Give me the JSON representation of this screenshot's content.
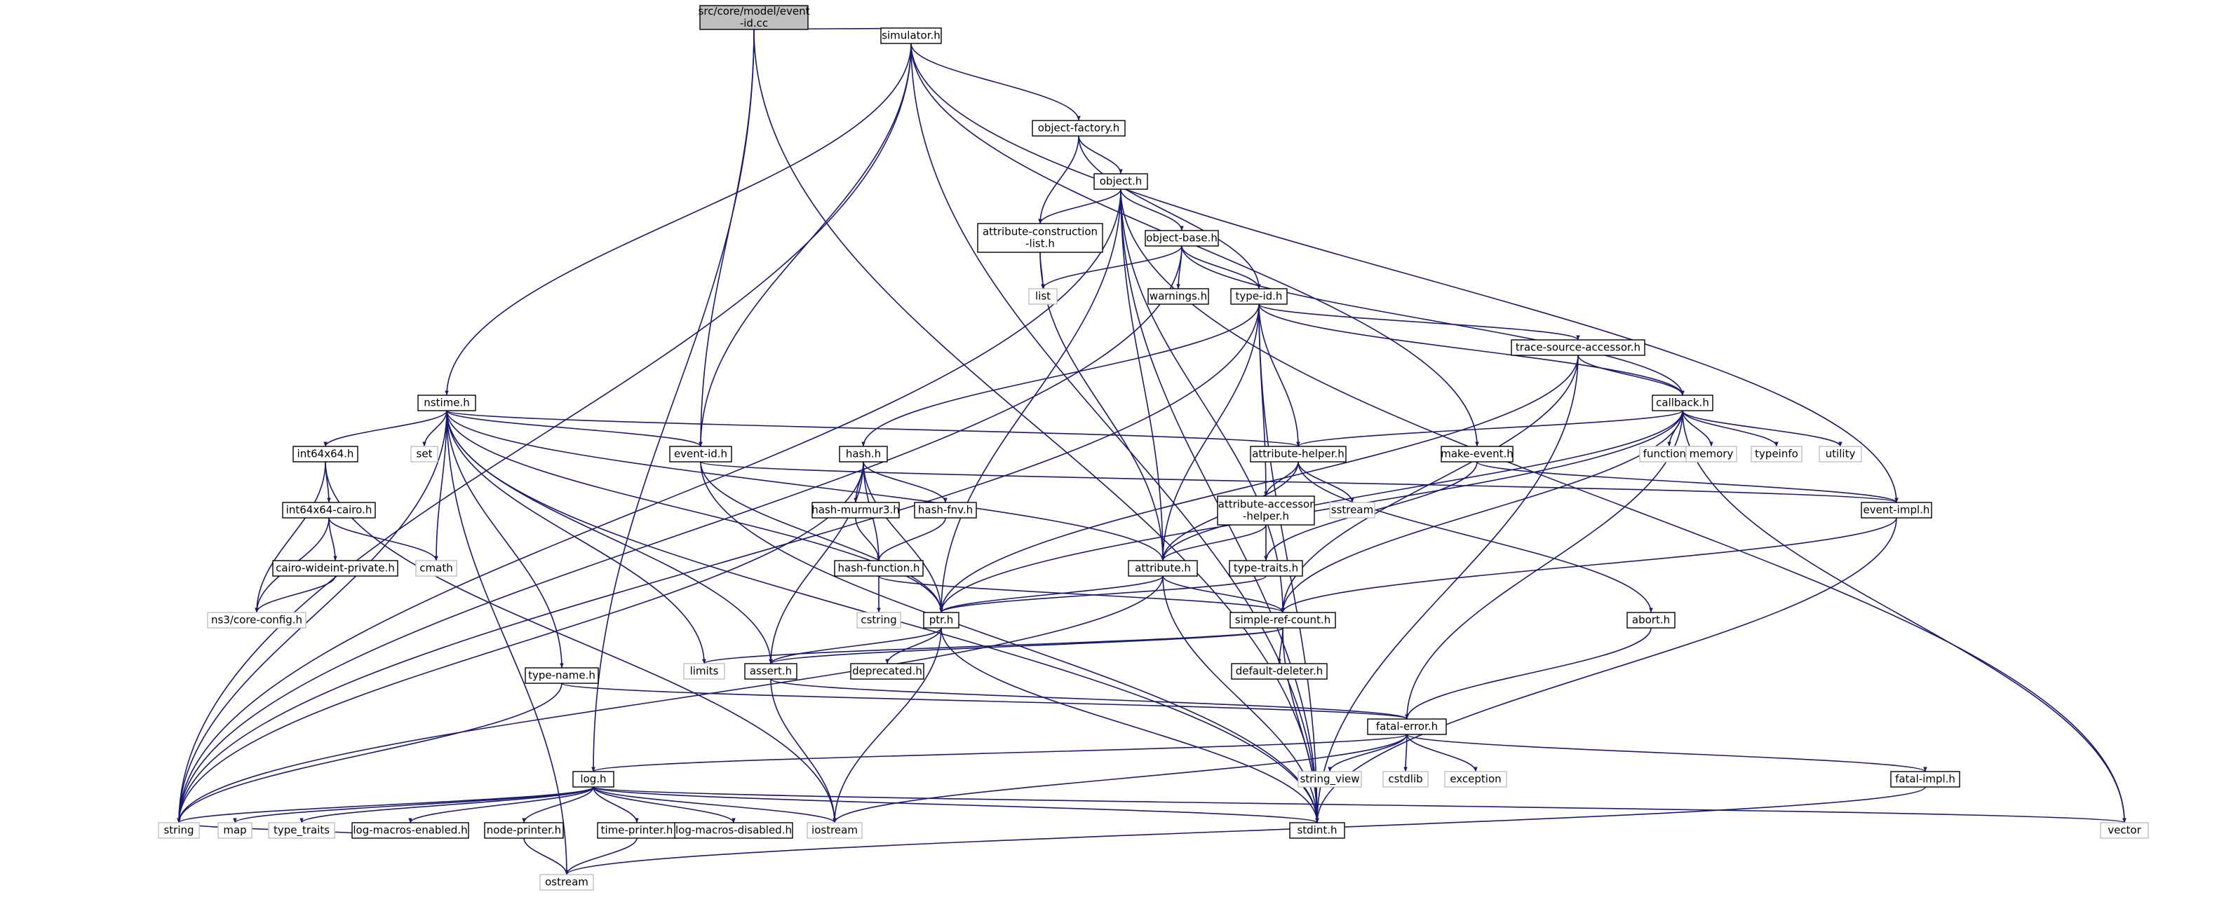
{
  "graph": {
    "title": "src/core/model/event-id.cc",
    "colors": {
      "edge": "#191970",
      "border_local": "#000000",
      "border_system": "#bfbfbf",
      "root_fill": "#bfbfbf",
      "label": "#000000"
    },
    "nodes": [
      {
        "id": "event-id-cc",
        "label": [
          "src/core/model/event",
          "-id.cc"
        ],
        "kind": "root"
      },
      {
        "id": "simulator",
        "label": [
          "simulator.h"
        ],
        "kind": "local"
      },
      {
        "id": "object-factory",
        "label": [
          "object-factory.h"
        ],
        "kind": "local"
      },
      {
        "id": "object",
        "label": [
          "object.h"
        ],
        "kind": "local"
      },
      {
        "id": "attribute-construction-list",
        "label": [
          "attribute-construction",
          "-list.h"
        ],
        "kind": "local"
      },
      {
        "id": "object-base",
        "label": [
          "object-base.h"
        ],
        "kind": "local"
      },
      {
        "id": "list",
        "label": [
          "list"
        ],
        "kind": "system"
      },
      {
        "id": "warnings",
        "label": [
          "warnings.h"
        ],
        "kind": "local"
      },
      {
        "id": "type-id",
        "label": [
          "type-id.h"
        ],
        "kind": "local"
      },
      {
        "id": "trace-source-accessor",
        "label": [
          "trace-source-accessor.h"
        ],
        "kind": "local"
      },
      {
        "id": "nstime",
        "label": [
          "nstime.h"
        ],
        "kind": "local"
      },
      {
        "id": "callback",
        "label": [
          "callback.h"
        ],
        "kind": "local"
      },
      {
        "id": "int64x64",
        "label": [
          "int64x64.h"
        ],
        "kind": "local"
      },
      {
        "id": "set",
        "label": [
          "set"
        ],
        "kind": "system"
      },
      {
        "id": "event-id",
        "label": [
          "event-id.h"
        ],
        "kind": "local"
      },
      {
        "id": "hash",
        "label": [
          "hash.h"
        ],
        "kind": "local"
      },
      {
        "id": "attribute-helper",
        "label": [
          "attribute-helper.h"
        ],
        "kind": "local"
      },
      {
        "id": "make-event",
        "label": [
          "make-event.h"
        ],
        "kind": "local"
      },
      {
        "id": "functional",
        "label": [
          "functional"
        ],
        "kind": "system"
      },
      {
        "id": "memory",
        "label": [
          "memory"
        ],
        "kind": "system"
      },
      {
        "id": "typeinfo",
        "label": [
          "typeinfo"
        ],
        "kind": "system"
      },
      {
        "id": "utility",
        "label": [
          "utility"
        ],
        "kind": "system"
      },
      {
        "id": "int64x64-cairo",
        "label": [
          "int64x64-cairo.h"
        ],
        "kind": "local"
      },
      {
        "id": "hash-murmur3",
        "label": [
          "hash-murmur3.h"
        ],
        "kind": "local"
      },
      {
        "id": "hash-fnv",
        "label": [
          "hash-fnv.h"
        ],
        "kind": "local"
      },
      {
        "id": "sstream",
        "label": [
          "sstream"
        ],
        "kind": "system"
      },
      {
        "id": "attribute-accessor-helper",
        "label": [
          "attribute-accessor",
          "-helper.h"
        ],
        "kind": "local"
      },
      {
        "id": "event-impl",
        "label": [
          "event-impl.h"
        ],
        "kind": "local"
      },
      {
        "id": "cmath",
        "label": [
          "cmath"
        ],
        "kind": "system"
      },
      {
        "id": "cairo-wideint-private",
        "label": [
          "cairo-wideint-private.h"
        ],
        "kind": "local"
      },
      {
        "id": "hash-function",
        "label": [
          "hash-function.h"
        ],
        "kind": "local"
      },
      {
        "id": "attribute",
        "label": [
          "attribute.h"
        ],
        "kind": "local"
      },
      {
        "id": "type-traits",
        "label": [
          "type-traits.h"
        ],
        "kind": "local"
      },
      {
        "id": "ns3-core-config",
        "label": [
          "ns3/core-config.h"
        ],
        "kind": "system"
      },
      {
        "id": "cstring",
        "label": [
          "cstring"
        ],
        "kind": "system"
      },
      {
        "id": "ptr",
        "label": [
          "ptr.h"
        ],
        "kind": "local"
      },
      {
        "id": "simple-ref-count",
        "label": [
          "simple-ref-count.h"
        ],
        "kind": "local"
      },
      {
        "id": "abort",
        "label": [
          "abort.h"
        ],
        "kind": "local"
      },
      {
        "id": "limits",
        "label": [
          "limits"
        ],
        "kind": "system"
      },
      {
        "id": "assert",
        "label": [
          "assert.h"
        ],
        "kind": "local"
      },
      {
        "id": "deprecated",
        "label": [
          "deprecated.h"
        ],
        "kind": "local"
      },
      {
        "id": "default-deleter",
        "label": [
          "default-deleter.h"
        ],
        "kind": "local"
      },
      {
        "id": "type-name",
        "label": [
          "type-name.h"
        ],
        "kind": "local"
      },
      {
        "id": "fatal-error",
        "label": [
          "fatal-error.h"
        ],
        "kind": "local"
      },
      {
        "id": "string-view",
        "label": [
          "string_view"
        ],
        "kind": "system"
      },
      {
        "id": "cstdlib",
        "label": [
          "cstdlib"
        ],
        "kind": "system"
      },
      {
        "id": "exception",
        "label": [
          "exception"
        ],
        "kind": "system"
      },
      {
        "id": "log",
        "label": [
          "log.h"
        ],
        "kind": "local"
      },
      {
        "id": "fatal-impl",
        "label": [
          "fatal-impl.h"
        ],
        "kind": "local"
      },
      {
        "id": "string",
        "label": [
          "string"
        ],
        "kind": "system"
      },
      {
        "id": "map",
        "label": [
          "map"
        ],
        "kind": "system"
      },
      {
        "id": "type-traits-sys",
        "label": [
          "type_traits"
        ],
        "kind": "system"
      },
      {
        "id": "log-macros-enabled",
        "label": [
          "log-macros-enabled.h"
        ],
        "kind": "local"
      },
      {
        "id": "node-printer",
        "label": [
          "node-printer.h"
        ],
        "kind": "local"
      },
      {
        "id": "time-printer",
        "label": [
          "time-printer.h"
        ],
        "kind": "local"
      },
      {
        "id": "log-macros-disabled",
        "label": [
          "log-macros-disabled.h"
        ],
        "kind": "local"
      },
      {
        "id": "iostream",
        "label": [
          "iostream"
        ],
        "kind": "system"
      },
      {
        "id": "stdint",
        "label": [
          "stdint.h"
        ],
        "kind": "local"
      },
      {
        "id": "vector",
        "label": [
          "vector"
        ],
        "kind": "system"
      },
      {
        "id": "ostream",
        "label": [
          "ostream"
        ],
        "kind": "system"
      }
    ],
    "edges": [
      [
        "event-id-cc",
        "simulator"
      ],
      [
        "event-id-cc",
        "event-id"
      ],
      [
        "event-id-cc",
        "log"
      ],
      [
        "event-id-cc",
        "stdint"
      ],
      [
        "simulator",
        "object-factory"
      ],
      [
        "simulator",
        "event-id"
      ],
      [
        "simulator",
        "nstime"
      ],
      [
        "simulator",
        "make-event"
      ],
      [
        "simulator",
        "event-impl"
      ],
      [
        "simulator",
        "string"
      ],
      [
        "simulator",
        "stdint"
      ],
      [
        "object-factory",
        "object"
      ],
      [
        "object-factory",
        "attribute-construction-list"
      ],
      [
        "object-factory",
        "type-id"
      ],
      [
        "object",
        "attribute-construction-list"
      ],
      [
        "object",
        "object-base"
      ],
      [
        "object",
        "attribute"
      ],
      [
        "object",
        "ptr"
      ],
      [
        "object",
        "simple-ref-count"
      ],
      [
        "object",
        "string"
      ],
      [
        "object",
        "stdint"
      ],
      [
        "object",
        "vector"
      ],
      [
        "attribute-construction-list",
        "list"
      ],
      [
        "attribute-construction-list",
        "attribute"
      ],
      [
        "object-base",
        "list"
      ],
      [
        "object-base",
        "warnings"
      ],
      [
        "object-base",
        "type-id"
      ],
      [
        "object-base",
        "callback"
      ],
      [
        "object-base",
        "string"
      ],
      [
        "type-id",
        "trace-source-accessor"
      ],
      [
        "type-id",
        "callback"
      ],
      [
        "type-id",
        "hash"
      ],
      [
        "type-id",
        "attribute-helper"
      ],
      [
        "type-id",
        "attribute-accessor-helper"
      ],
      [
        "type-id",
        "attribute"
      ],
      [
        "type-id",
        "string"
      ],
      [
        "type-id",
        "stdint"
      ],
      [
        "trace-source-accessor",
        "callback"
      ],
      [
        "trace-source-accessor",
        "ptr"
      ],
      [
        "trace-source-accessor",
        "simple-ref-count"
      ],
      [
        "trace-source-accessor",
        "stdint"
      ],
      [
        "callback",
        "attribute-helper"
      ],
      [
        "callback",
        "functional"
      ],
      [
        "callback",
        "memory"
      ],
      [
        "callback",
        "typeinfo"
      ],
      [
        "callback",
        "utility"
      ],
      [
        "callback",
        "attribute"
      ],
      [
        "callback",
        "ptr"
      ],
      [
        "callback",
        "simple-ref-count"
      ],
      [
        "callback",
        "fatal-error"
      ],
      [
        "callback",
        "vector"
      ],
      [
        "nstime",
        "int64x64"
      ],
      [
        "nstime",
        "set"
      ],
      [
        "nstime",
        "event-id"
      ],
      [
        "nstime",
        "attribute-helper"
      ],
      [
        "nstime",
        "cmath"
      ],
      [
        "nstime",
        "limits"
      ],
      [
        "nstime",
        "type-name"
      ],
      [
        "nstime",
        "assert"
      ],
      [
        "nstime",
        "ptr"
      ],
      [
        "nstime",
        "stdint"
      ],
      [
        "nstime",
        "string"
      ],
      [
        "nstime",
        "ostream"
      ],
      [
        "nstime",
        "attribute"
      ],
      [
        "int64x64",
        "int64x64-cairo"
      ],
      [
        "int64x64",
        "ns3-core-config"
      ],
      [
        "int64x64",
        "iostream"
      ],
      [
        "int64x64-cairo",
        "cairo-wideint-private"
      ],
      [
        "int64x64-cairo",
        "cmath"
      ],
      [
        "int64x64-cairo",
        "ns3-core-config"
      ],
      [
        "cairo-wideint-private",
        "ns3-core-config"
      ],
      [
        "event-id",
        "event-impl"
      ],
      [
        "event-id",
        "ptr"
      ],
      [
        "event-id",
        "stdint"
      ],
      [
        "hash",
        "hash-murmur3"
      ],
      [
        "hash",
        "hash-fnv"
      ],
      [
        "hash",
        "hash-function"
      ],
      [
        "hash",
        "assert"
      ],
      [
        "hash",
        "ptr"
      ],
      [
        "hash",
        "string"
      ],
      [
        "hash-murmur3",
        "hash-function"
      ],
      [
        "hash-fnv",
        "hash-function"
      ],
      [
        "hash-function",
        "cstring"
      ],
      [
        "hash-function",
        "simple-ref-count"
      ],
      [
        "attribute-helper",
        "sstream"
      ],
      [
        "attribute-helper",
        "attribute-accessor-helper"
      ],
      [
        "attribute-helper",
        "abort"
      ],
      [
        "attribute-helper",
        "attribute"
      ],
      [
        "attribute-accessor-helper",
        "attribute"
      ],
      [
        "attribute-accessor-helper",
        "type-traits"
      ],
      [
        "make-event",
        "event-impl"
      ],
      [
        "make-event",
        "type-traits"
      ],
      [
        "event-impl",
        "simple-ref-count"
      ],
      [
        "event-impl",
        "stdint"
      ],
      [
        "attribute",
        "ptr"
      ],
      [
        "attribute",
        "simple-ref-count"
      ],
      [
        "attribute",
        "string"
      ],
      [
        "attribute",
        "stdint"
      ],
      [
        "type-traits",
        "ptr"
      ],
      [
        "ptr",
        "assert"
      ],
      [
        "ptr",
        "deprecated"
      ],
      [
        "ptr",
        "iostream"
      ],
      [
        "ptr",
        "stdint"
      ],
      [
        "simple-ref-count",
        "assert"
      ],
      [
        "simple-ref-count",
        "default-deleter"
      ],
      [
        "simple-ref-count",
        "limits"
      ],
      [
        "simple-ref-count",
        "stdint"
      ],
      [
        "abort",
        "fatal-error"
      ],
      [
        "assert",
        "fatal-error"
      ],
      [
        "assert",
        "iostream"
      ],
      [
        "type-name",
        "fatal-error"
      ],
      [
        "type-name",
        "string"
      ],
      [
        "fatal-error",
        "string-view"
      ],
      [
        "fatal-error",
        "cstdlib"
      ],
      [
        "fatal-error",
        "exception"
      ],
      [
        "fatal-error",
        "log"
      ],
      [
        "fatal-error",
        "fatal-impl"
      ],
      [
        "fatal-error",
        "iostream"
      ],
      [
        "fatal-impl",
        "ostream"
      ],
      [
        "log",
        "string"
      ],
      [
        "log",
        "map"
      ],
      [
        "log",
        "type-traits-sys"
      ],
      [
        "log",
        "log-macros-enabled"
      ],
      [
        "log",
        "node-printer"
      ],
      [
        "log",
        "time-printer"
      ],
      [
        "log",
        "log-macros-disabled"
      ],
      [
        "log",
        "iostream"
      ],
      [
        "log",
        "stdint"
      ],
      [
        "log",
        "vector"
      ],
      [
        "log-macros-enabled",
        "string"
      ],
      [
        "node-printer",
        "ostream"
      ],
      [
        "time-printer",
        "ostream"
      ]
    ]
  }
}
